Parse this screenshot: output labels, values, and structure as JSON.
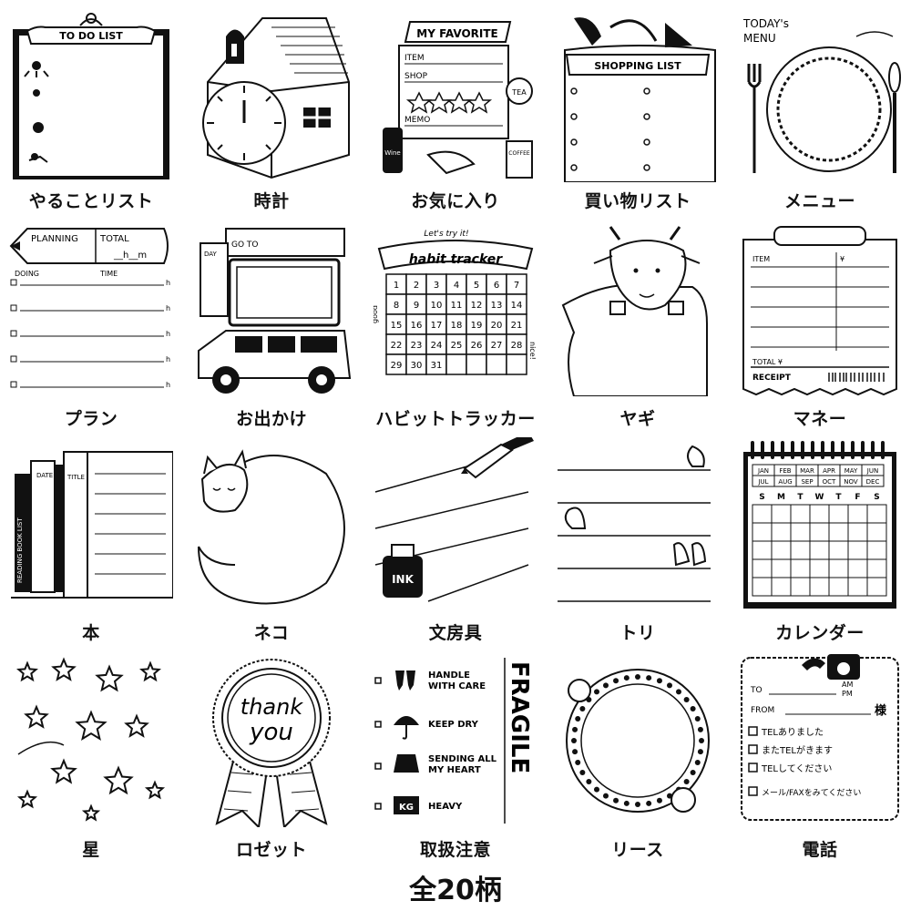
{
  "footer": "全20柄",
  "items": [
    {
      "caption": "やることリスト",
      "texts": {
        "header": "TO DO LIST"
      }
    },
    {
      "caption": "時計",
      "texts": {}
    },
    {
      "caption": "お気に入り",
      "texts": {
        "title": "MY FAVORITE",
        "item": "ITEM",
        "shop": "SHOP",
        "memo": "MEMO",
        "tea": "TEA",
        "coffee": "COFFEE",
        "wine": "Wine"
      }
    },
    {
      "caption": "買い物リスト",
      "texts": {
        "title": "SHOPPING LIST"
      }
    },
    {
      "caption": "メニュー",
      "texts": {
        "title1": "TODAY's",
        "title2": "MENU"
      }
    },
    {
      "caption": "プラン",
      "texts": {
        "planning": "PLANNING",
        "total": "TOTAL",
        "hm": "__h__m",
        "doing": "DOING",
        "time": "TIME",
        "h": "h"
      }
    },
    {
      "caption": "お出かけ",
      "texts": {
        "goto": "GO TO",
        "day": "DAY"
      }
    },
    {
      "caption": "ハビットトラッカー",
      "texts": {
        "lets": "Let's try it!",
        "title": "habit tracker",
        "good": "good",
        "nice": "nice!",
        "days": [
          "1",
          "2",
          "3",
          "4",
          "5",
          "6",
          "7",
          "8",
          "9",
          "10",
          "11",
          "12",
          "13",
          "14",
          "15",
          "16",
          "17",
          "18",
          "19",
          "20",
          "21",
          "22",
          "23",
          "24",
          "25",
          "26",
          "27",
          "28",
          "29",
          "30",
          "31"
        ]
      }
    },
    {
      "caption": "ヤギ",
      "texts": {}
    },
    {
      "caption": "マネー",
      "texts": {
        "item": "ITEM",
        "yen": "¥",
        "total": "TOTAL ¥",
        "receipt": "RECEIPT"
      }
    },
    {
      "caption": "本",
      "texts": {
        "date": "DATE",
        "title": "TITLE",
        "spine": "READING BOOK LIST"
      }
    },
    {
      "caption": "ネコ",
      "texts": {}
    },
    {
      "caption": "文房具",
      "texts": {
        "ink": "INK"
      }
    },
    {
      "caption": "トリ",
      "texts": {}
    },
    {
      "caption": "カレンダー",
      "texts": {
        "months": [
          "JAN",
          "FEB",
          "MAR",
          "APR",
          "MAY",
          "JUN",
          "JUL",
          "AUG",
          "SEP",
          "OCT",
          "NOV",
          "DEC"
        ],
        "days": [
          "S",
          "M",
          "T",
          "W",
          "T",
          "F",
          "S"
        ]
      }
    },
    {
      "caption": "星",
      "texts": {}
    },
    {
      "caption": "ロゼット",
      "texts": {
        "line1": "thank",
        "line2": "you"
      }
    },
    {
      "caption": "取扱注意",
      "texts": {
        "l1a": "HANDLE",
        "l1b": "WITH CARE",
        "l2": "KEEP DRY",
        "l3a": "SENDING ALL",
        "l3b": "MY HEART",
        "l4": "HEAVY",
        "kg": "KG",
        "fragile": "FRAGILE"
      }
    },
    {
      "caption": "リース",
      "texts": {}
    },
    {
      "caption": "電話",
      "texts": {
        "to": "TO",
        "am": "AM",
        "pm": "PM",
        "from": "FROM",
        "sama": "様",
        "opt1": "TELありました",
        "opt2": "またTELがきます",
        "opt3": "TELしてください",
        "opt4": "メール/FAXをみてください"
      }
    }
  ]
}
